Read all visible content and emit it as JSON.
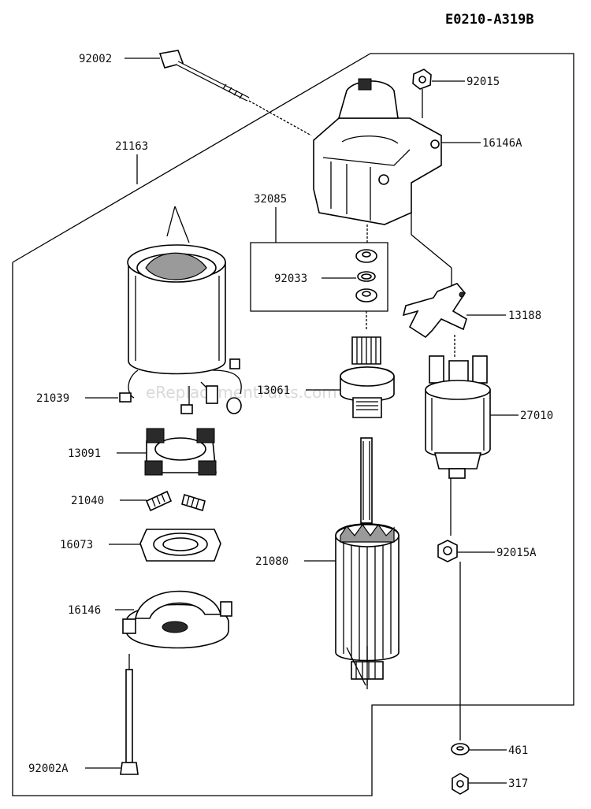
{
  "diagram_code": "E0210-A319B",
  "watermark": "eReplacementParts.com",
  "parts": [
    {
      "id": "bolt-top",
      "label": "92002"
    },
    {
      "id": "nut-top",
      "label": "92015"
    },
    {
      "id": "housing",
      "label": "16146A"
    },
    {
      "id": "yoke-assembly",
      "label": "21163"
    },
    {
      "id": "kit",
      "label": "32085"
    },
    {
      "id": "snap-ring",
      "label": "92033"
    },
    {
      "id": "lever",
      "label": "13188"
    },
    {
      "id": "brush-lead",
      "label": "21039"
    },
    {
      "id": "pinion-clutch",
      "label": "13061"
    },
    {
      "id": "solenoid",
      "label": "27010"
    },
    {
      "id": "brush-holder",
      "label": "13091"
    },
    {
      "id": "brush-springs",
      "label": "21040"
    },
    {
      "id": "plate",
      "label": "16073"
    },
    {
      "id": "end-cover",
      "label": "16146"
    },
    {
      "id": "armature",
      "label": "21080"
    },
    {
      "id": "nut-solenoid",
      "label": "92015A"
    },
    {
      "id": "washer",
      "label": "461"
    },
    {
      "id": "nut-bottom",
      "label": "317"
    },
    {
      "id": "bolt-bottom",
      "label": "92002A"
    }
  ]
}
